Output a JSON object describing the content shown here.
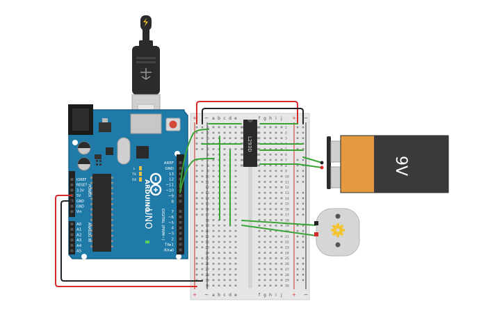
{
  "arduino": {
    "brand": "ARDUINO",
    "model": "UNO",
    "digital_label": "DIGITAL (PWM~)",
    "power_label": "POWER",
    "analog_label": "ANALOG IN",
    "led_labels": [
      "L",
      "TX",
      "RX"
    ],
    "header_top_left": [
      "AREF",
      "GND",
      "13",
      "12",
      "~11",
      "~10",
      "~9",
      "8"
    ],
    "header_bottom_right": [
      "7",
      "~6",
      "~5",
      "4",
      "~3",
      "2",
      "TX▸1",
      "RX◂0"
    ],
    "power_pins": [
      "IOREF",
      "RESET",
      "3.3V",
      "5V",
      "GND",
      "GND",
      "Vin"
    ],
    "analog_pins": [
      "A0",
      "A1",
      "A2",
      "A3",
      "A4",
      "A5"
    ],
    "colors": {
      "board": "#1f7aa8",
      "board_dark": "#15618a",
      "header": "#222222"
    }
  },
  "usb": {
    "colors": {
      "plug": "#2b2b2b",
      "metal": "#cfcfcf"
    }
  },
  "breadboard": {
    "column_letters_left": [
      "a",
      "b",
      "c",
      "d",
      "e"
    ],
    "column_letters_right": [
      "f",
      "g",
      "h",
      "i",
      "j"
    ],
    "rail_plus": "+",
    "rail_minus": "−",
    "row_count": 30,
    "colors": {
      "body": "#e6e6e6",
      "hole": "#8f8f8f",
      "red_rail": "#d42a2a",
      "black_rail": "#333333"
    }
  },
  "chip": {
    "label": "L293D",
    "color": "#2a2a2a"
  },
  "battery": {
    "label": "9V",
    "colors": {
      "top": "#e39a41",
      "body": "#3a3a3a",
      "cap": "#cfcfcf"
    }
  },
  "motor": {
    "label": "",
    "colors": {
      "body": "#d6d6d6",
      "gear": "#f4c430"
    }
  },
  "wires": {
    "red": "#d42a2a",
    "black": "#222222",
    "green": "#3aa336"
  }
}
